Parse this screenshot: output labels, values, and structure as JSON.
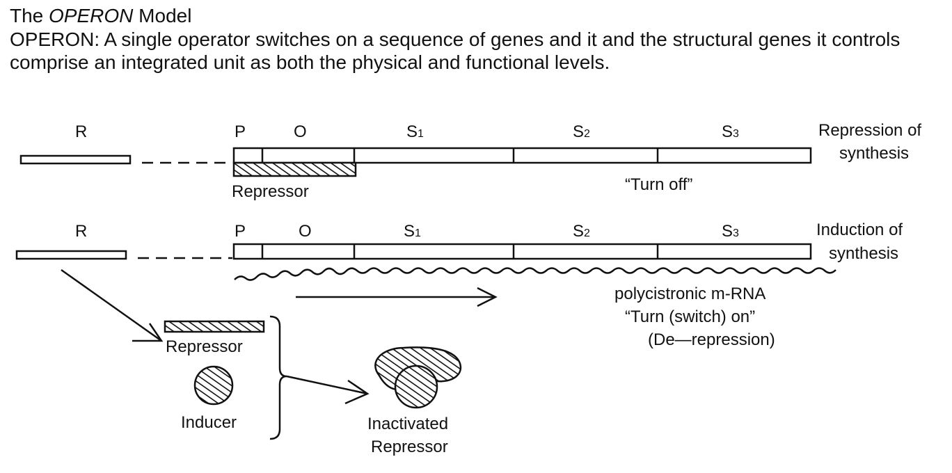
{
  "header": {
    "title_prefix": "The ",
    "title_italic": "OPERON",
    "title_suffix": " Model",
    "description": "OPERON: A single operator switches on a sequence of genes and it and the structural genes it controls comprise an integrated unit as both the physical and functional levels."
  },
  "row1": {
    "gene_labels": {
      "r": "R",
      "p": "P",
      "o": "O",
      "s1_base": "S",
      "s1_sub": "1",
      "s2_base": "S",
      "s2_sub": "2",
      "s3_base": "S",
      "s3_sub": "3"
    },
    "side_label_line1": "Repression of",
    "side_label_line2": "synthesis",
    "repressor_label": "Repressor",
    "state_label": "“Turn off”"
  },
  "row2": {
    "gene_labels": {
      "r": "R",
      "p": "P",
      "o": "O",
      "s1_base": "S",
      "s1_sub": "1",
      "s2_base": "S",
      "s2_sub": "2",
      "s3_base": "S",
      "s3_sub": "3"
    },
    "side_label_line1": "Induction of",
    "side_label_line2": "synthesis",
    "mrna_label": "polycistronic m-RNA",
    "state_label": "“Turn (switch) on”",
    "derepression_label": "(De—repression)"
  },
  "lower": {
    "repressor_label": "Repressor",
    "inducer_label": "Inducer",
    "inactivated_line1": "Inactivated",
    "inactivated_line2": "Repressor"
  }
}
